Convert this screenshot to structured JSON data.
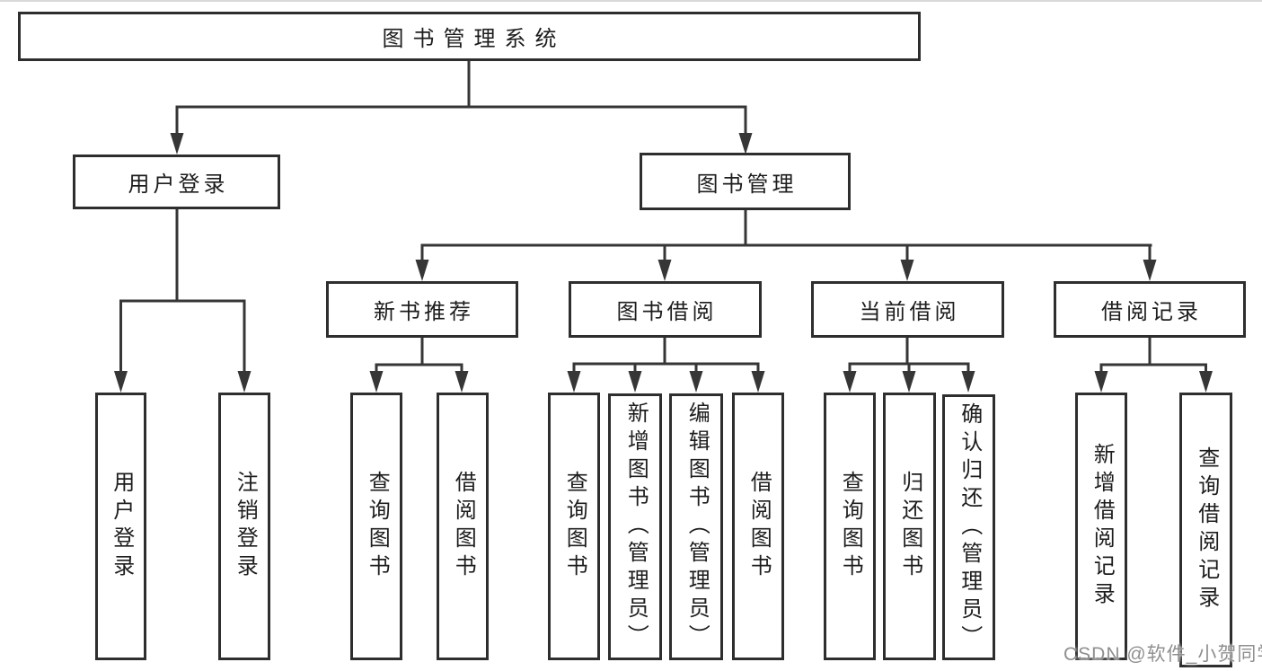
{
  "tree": {
    "root": {
      "label": "图书管理系统"
    },
    "branches": [
      {
        "label": "用户登录",
        "children": [
          {
            "label": "用户登录"
          },
          {
            "label": "注销登录"
          }
        ]
      },
      {
        "label": "图书管理",
        "children": [
          {
            "label": "新书推荐",
            "children": [
              {
                "label": "查询图书"
              },
              {
                "label": "借阅图书"
              }
            ]
          },
          {
            "label": "图书借阅",
            "children": [
              {
                "label": "查询图书"
              },
              {
                "label": "新增图书（管理员）"
              },
              {
                "label": "编辑图书（管理员）"
              },
              {
                "label": "借阅图书"
              }
            ]
          },
          {
            "label": "当前借阅",
            "children": [
              {
                "label": "查询图书"
              },
              {
                "label": "归还图书"
              },
              {
                "label": "确认归还（管理员）"
              }
            ]
          },
          {
            "label": "借阅记录",
            "children": [
              {
                "label": "新增借阅记录"
              },
              {
                "label": "查询借阅记录"
              }
            ]
          }
        ]
      }
    ]
  },
  "watermark": {
    "text": "CSDN @软件_小贺同学"
  },
  "colors": {
    "line": "#363636",
    "box_border": "#2e2e2e",
    "text": "#1d1d1d",
    "watermark": "#8f8f8f",
    "background": "#ffffff"
  }
}
